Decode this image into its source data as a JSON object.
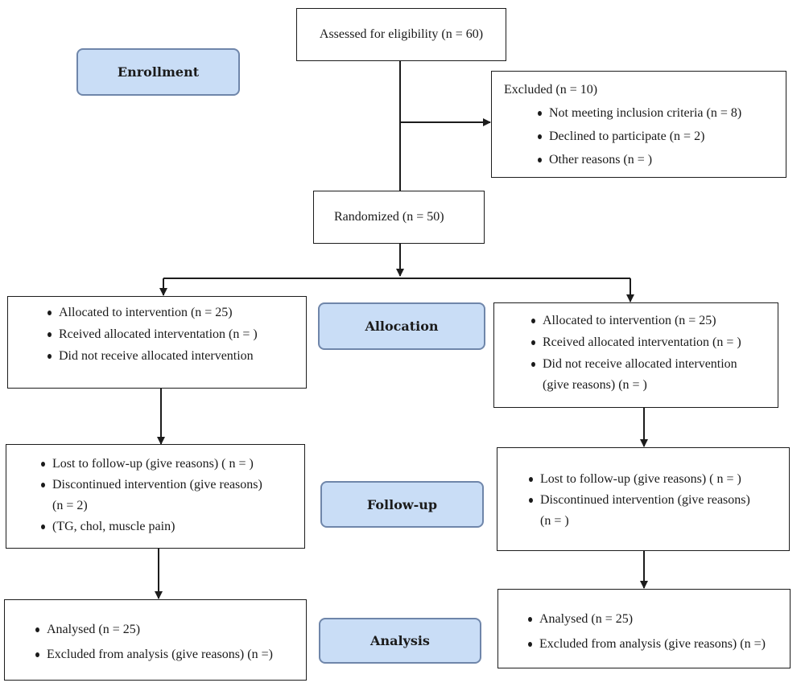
{
  "stages": {
    "enrollment": "Enrollment",
    "allocation": "Allocation",
    "followup": "Follow-up",
    "analysis": "Analysis"
  },
  "assessed": "Assessed for eligibility (n = 60)",
  "excluded": {
    "title": "Excluded (n = 10)",
    "items": [
      "Not meeting inclusion criteria (n = 8)",
      "Declined to participate (n = 2)",
      "Other reasons (n = )"
    ]
  },
  "randomized": "Randomized (n = 50)",
  "left": {
    "allocation": [
      "Allocated to intervention (n = 25)",
      "Rceived allocated interventation (n = )",
      "Did not receive allocated intervention"
    ],
    "followup": {
      "lost": "Lost to follow-up (give reasons) ( n = )",
      "discontinued": "Discontinued intervention (give reasons)",
      "discontinued_n": "(n = 2)",
      "reasons": "(TG, chol, muscle pain)"
    },
    "analysis": {
      "analysed": "Analysed (n = 25)",
      "excluded": "Excluded from analysis (give reasons) (n =)"
    }
  },
  "right": {
    "allocation": {
      "allocated": "Allocated to intervention (n = 25)",
      "received": "Rceived allocated interventation (n = )",
      "not_received": "Did not receive allocated intervention",
      "not_received_cont": "(give reasons) (n = )"
    },
    "followup": {
      "lost": "Lost to follow-up (give reasons) ( n = )",
      "discontinued": "Discontinued intervention (give reasons)",
      "discontinued_n": "(n = )"
    },
    "analysis": {
      "analysed": "Analysed (n = 25)",
      "excluded": "Excluded from analysis (give reasons) (n =)"
    }
  }
}
